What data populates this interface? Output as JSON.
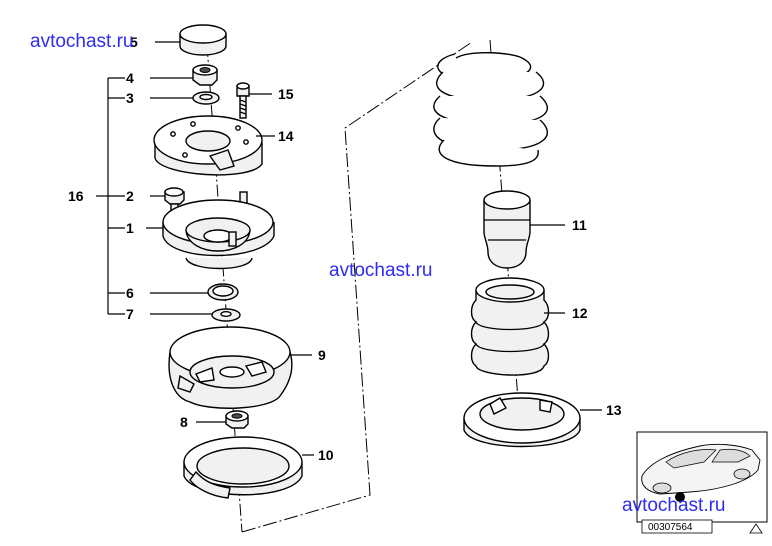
{
  "watermarks": [
    "avtochast.ru",
    "avtochast.ru",
    "avtochast.ru"
  ],
  "callouts": {
    "p1": "1",
    "p2": "2",
    "p3": "3",
    "p4": "4",
    "p5": "5",
    "p6": "6",
    "p7": "7",
    "p8": "8",
    "p9": "9",
    "p10": "10",
    "p11": "11",
    "p12": "12",
    "p13": "13",
    "p14": "14",
    "p15": "15",
    "p16": "16"
  },
  "thumbnail": {
    "diagram_number": "00307564"
  },
  "icons": {
    "corner_mark": "triangle-icon"
  }
}
